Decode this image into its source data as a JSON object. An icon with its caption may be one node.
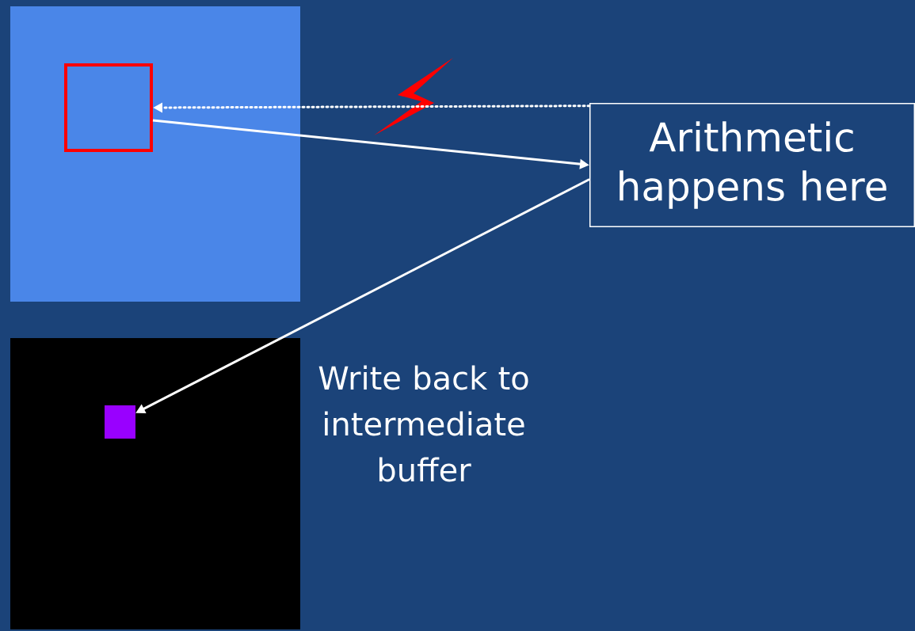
{
  "diagram": {
    "nodes": [
      {
        "text": [],
        "shape": "box"
      },
      {
        "text": [],
        "shape": "box",
        "in": 0
      },
      {
        "text": [
          "Arithmetic happens here"
        ]
      },
      {
        "text": [],
        "shape": "box"
      },
      {
        "text": [],
        "shape": "box",
        "in": 3
      }
    ],
    "edges": [
      {
        "from": 2,
        "to": 1,
        "arrow": "to",
        "style": "dashed"
      },
      {
        "from": 1,
        "to": 2,
        "arrow": "to"
      },
      {
        "from": 2,
        "to": 4,
        "arrow": "to"
      }
    ],
    "labels": [
      "Write back to intermediate buffer"
    ]
  }
}
